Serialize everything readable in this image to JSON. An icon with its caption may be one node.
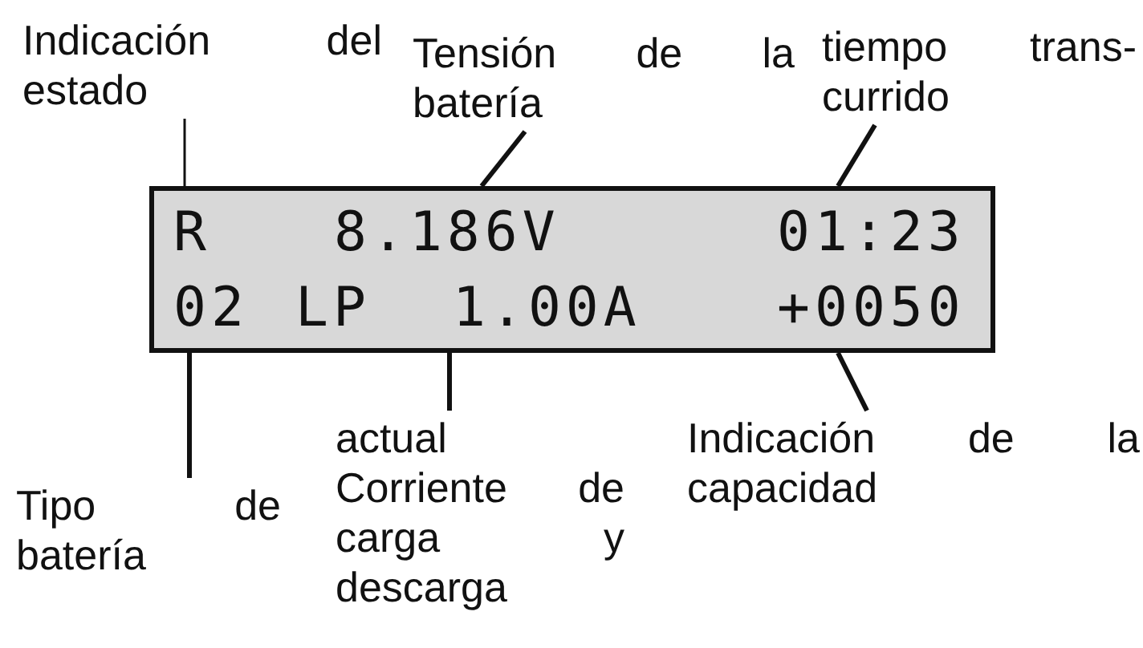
{
  "diagram": {
    "nodes": [
      {
        "text": [
          "Indicación del estado"
        ]
      },
      {
        "text": [
          "Tensión de la batería"
        ]
      },
      {
        "text": [
          "tiempo trans- currido"
        ]
      },
      {
        "text": [],
        "shape": "box"
      },
      {
        "text": [
          "R"
        ],
        "in": 3
      },
      {
        "text": [
          "8.186V"
        ],
        "in": 3
      },
      {
        "text": [
          "01:23"
        ],
        "in": 3
      },
      {
        "text": [
          "02"
        ],
        "in": 3
      },
      {
        "text": [
          "LP"
        ],
        "in": 3
      },
      {
        "text": [
          "1.00A"
        ],
        "in": 3
      },
      {
        "text": [
          "+0050"
        ],
        "in": 3
      },
      {
        "text": [
          "actual Corriente de carga y descarga"
        ]
      },
      {
        "text": [
          "Indicación de la capacidad"
        ]
      },
      {
        "text": [
          "Tipo de batería"
        ]
      }
    ],
    "edges": [
      {
        "from": 0,
        "to": 4,
        "arrow": "none"
      },
      {
        "from": 1,
        "to": 5,
        "arrow": "none"
      },
      {
        "from": 2,
        "to": 6,
        "arrow": "none"
      },
      {
        "from": 13,
        "to": 7,
        "arrow": "none"
      },
      {
        "from": 11,
        "to": 9,
        "arrow": "none"
      },
      {
        "from": 12,
        "to": 10,
        "arrow": "none"
      }
    ]
  }
}
